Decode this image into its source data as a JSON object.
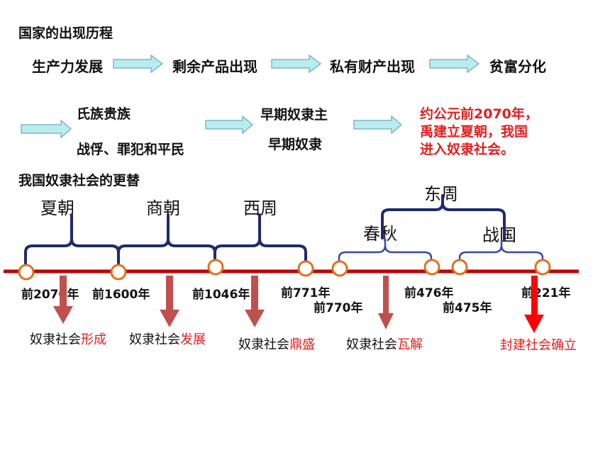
{
  "section1": {
    "title": "国家的出现历程",
    "flow": [
      "生产力发展",
      "剩余产品出现",
      "私有财产出现",
      "贫富分化"
    ],
    "classes_a": [
      "氏族贵族",
      "战俘、罪犯和平民"
    ],
    "classes_b": [
      "早期奴隶主",
      "早期奴隶"
    ],
    "conclusion": [
      "约公元前2070年，",
      "禹建立夏朝，我国",
      "进入奴隶社会。"
    ]
  },
  "section2": {
    "title": "我国奴隶社会的更替",
    "dynasties": {
      "xia": "夏朝",
      "shang": "商朝",
      "xizhou": "西周",
      "dongzhou": "东周",
      "chunqiu": "春秋",
      "zhanguo": "战国"
    },
    "years": {
      "y2070": "前2070年",
      "y1600": "前1600年",
      "y1046": "前1046年",
      "y771": "前771年",
      "y770": "前770年",
      "y476": "前476年",
      "y475": "前475年",
      "y221": "前221年"
    },
    "stages": [
      {
        "prefix": "奴隶社会",
        "key": "形成"
      },
      {
        "prefix": "奴隶社会",
        "key": "发展"
      },
      {
        "prefix": "奴隶社会",
        "key": "鼎盛"
      },
      {
        "prefix": "奴隶社会",
        "key": "瓦解"
      },
      {
        "prefix": "",
        "key": "封建社会确立"
      }
    ]
  },
  "colors": {
    "timeline": "#c00000",
    "node_ring": "#e07020",
    "brace_dark": "#1f2a6e",
    "brace_blue": "#3a48a8",
    "arrow_fill": "#b9ecec",
    "arrow_stroke": "#7fb7c8",
    "down_arrow": "#c0504d",
    "down_arrow_red": "#ff0000",
    "emphasis": "#e41e1e"
  }
}
